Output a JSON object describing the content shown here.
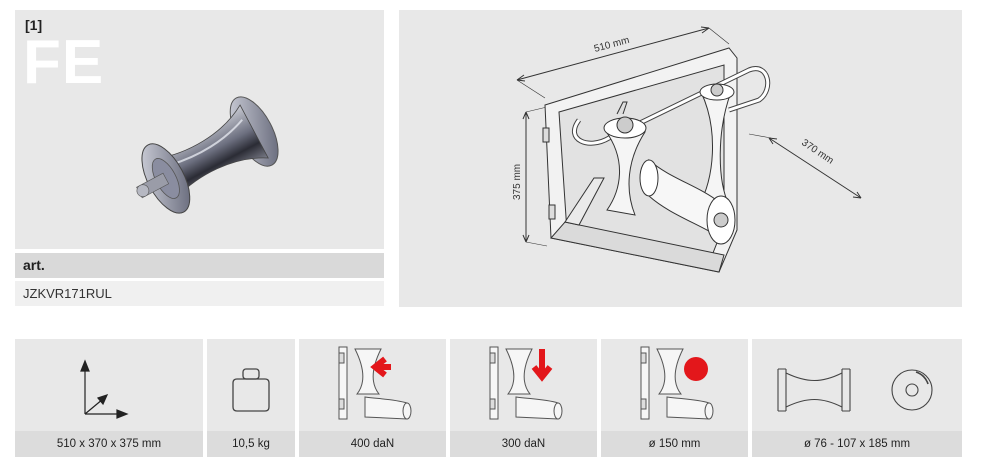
{
  "product": {
    "ref": "[1]",
    "code": "FE",
    "photo_icon": "cable-roller-photo"
  },
  "article": {
    "label": "art.",
    "value": "JZKVR171RUL"
  },
  "drawing": {
    "dim_width": "510 mm",
    "dim_depth": "370 mm",
    "dim_height": "375 mm",
    "icon": "roller-assembly-technical-drawing"
  },
  "specs": [
    {
      "label": "510 x 370 x 375 mm",
      "icon": "dimensions-axes-icon"
    },
    {
      "label": "10,5 kg",
      "icon": "weight-icon"
    },
    {
      "label": "400 daN",
      "icon": "horizontal-load-icon"
    },
    {
      "label": "300 daN",
      "icon": "vertical-load-icon"
    },
    {
      "label": "ø 150 mm",
      "icon": "cable-diameter-icon"
    },
    {
      "label": "ø 76 - 107 x 185 mm",
      "icon": "roller-size-icon"
    }
  ],
  "colors": {
    "panel_bg": "#e8e8e8",
    "label_bg": "#dcdcdc",
    "accent_red": "#e3171b"
  }
}
